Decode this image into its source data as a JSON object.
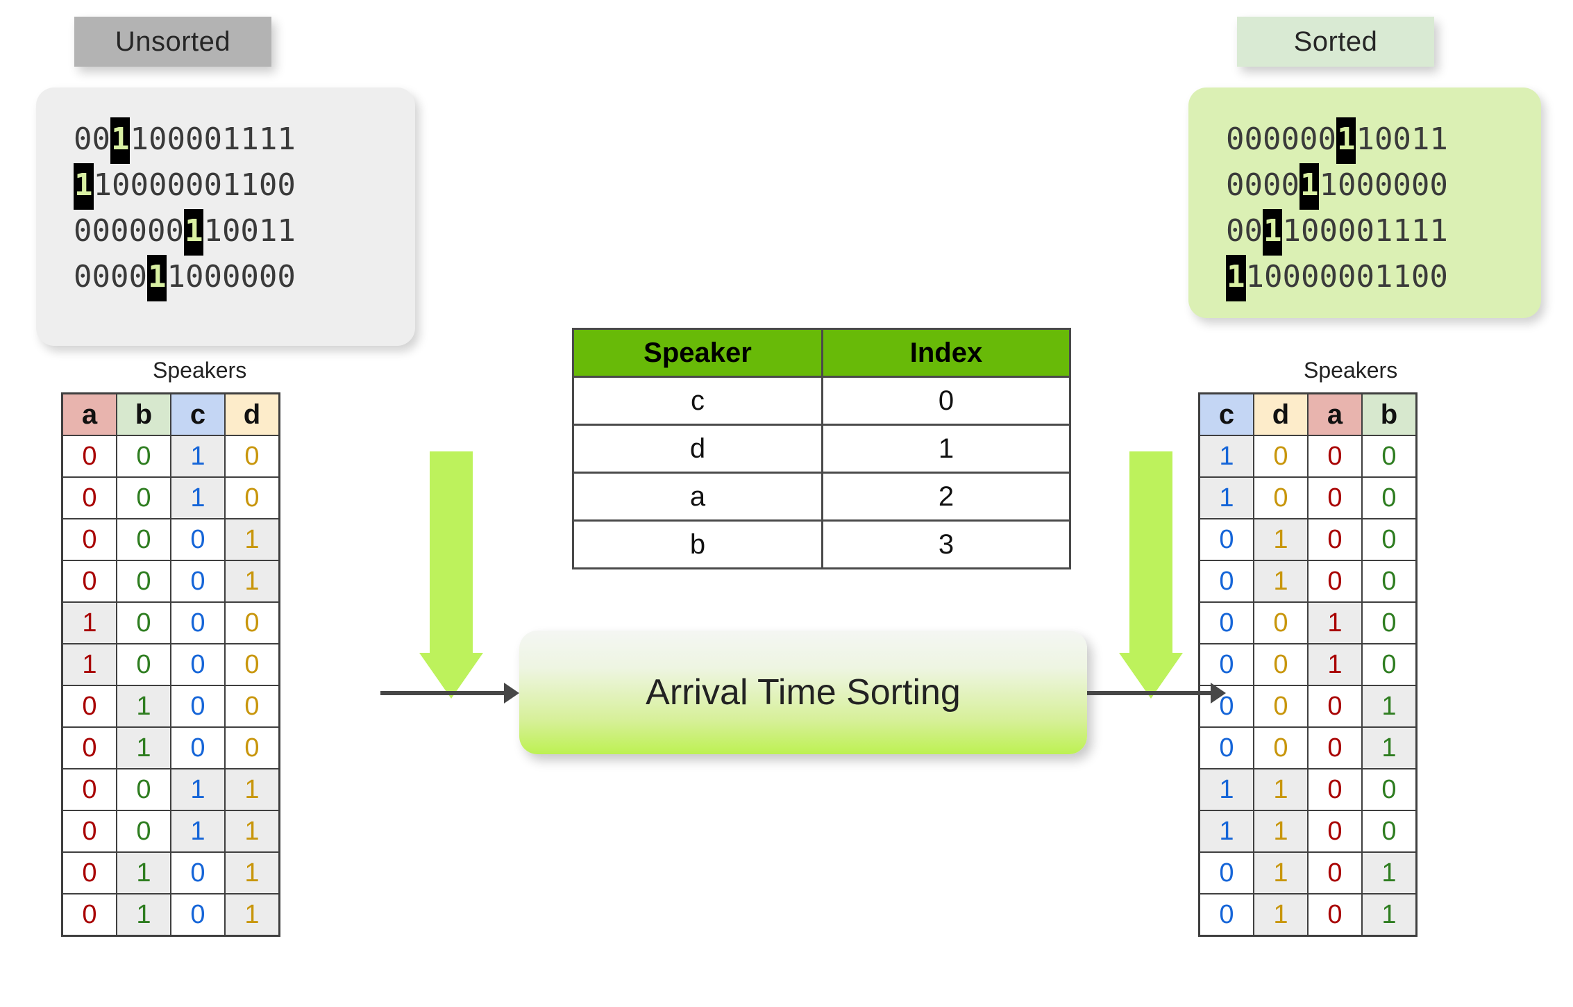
{
  "panels": {
    "unsorted": {
      "title": "Unsorted",
      "rows": [
        {
          "pre": "00",
          "hl": "1",
          "post": "100001111"
        },
        {
          "pre": "",
          "hl": "1",
          "post": "10000001100"
        },
        {
          "pre": "000000",
          "hl": "1",
          "post": "10011"
        },
        {
          "pre": "0000",
          "hl": "1",
          "post": "1000000"
        }
      ]
    },
    "sorted": {
      "title": "Sorted",
      "rows": [
        {
          "pre": "000000",
          "hl": "1",
          "post": "10011"
        },
        {
          "pre": "0000",
          "hl": "1",
          "post": "1000000"
        },
        {
          "pre": "00",
          "hl": "1",
          "post": "100001111"
        },
        {
          "pre": "",
          "hl": "1",
          "post": "10000001100"
        }
      ]
    }
  },
  "captions": {
    "left": "Speakers",
    "right": "Speakers"
  },
  "matrix_left": {
    "headers": [
      "a",
      "b",
      "c",
      "d"
    ],
    "rows": [
      [
        "0",
        "0",
        "1",
        "0"
      ],
      [
        "0",
        "0",
        "1",
        "0"
      ],
      [
        "0",
        "0",
        "0",
        "1"
      ],
      [
        "0",
        "0",
        "0",
        "1"
      ],
      [
        "1",
        "0",
        "0",
        "0"
      ],
      [
        "1",
        "0",
        "0",
        "0"
      ],
      [
        "0",
        "1",
        "0",
        "0"
      ],
      [
        "0",
        "1",
        "0",
        "0"
      ],
      [
        "0",
        "0",
        "1",
        "1"
      ],
      [
        "0",
        "0",
        "1",
        "1"
      ],
      [
        "0",
        "1",
        "0",
        "1"
      ],
      [
        "0",
        "1",
        "0",
        "1"
      ]
    ]
  },
  "matrix_right": {
    "headers": [
      "c",
      "d",
      "a",
      "b"
    ],
    "rows": [
      [
        "1",
        "0",
        "0",
        "0"
      ],
      [
        "1",
        "0",
        "0",
        "0"
      ],
      [
        "0",
        "1",
        "0",
        "0"
      ],
      [
        "0",
        "1",
        "0",
        "0"
      ],
      [
        "0",
        "0",
        "1",
        "0"
      ],
      [
        "0",
        "0",
        "1",
        "0"
      ],
      [
        "0",
        "0",
        "0",
        "1"
      ],
      [
        "0",
        "0",
        "0",
        "1"
      ],
      [
        "1",
        "1",
        "0",
        "0"
      ],
      [
        "1",
        "1",
        "0",
        "0"
      ],
      [
        "0",
        "1",
        "0",
        "1"
      ],
      [
        "0",
        "1",
        "0",
        "1"
      ]
    ]
  },
  "speaker_index_table": {
    "headers": [
      "Speaker",
      "Index"
    ],
    "rows": [
      [
        "c",
        "0"
      ],
      [
        "d",
        "1"
      ],
      [
        "a",
        "2"
      ],
      [
        "b",
        "3"
      ]
    ]
  },
  "process": {
    "label": "Arrival Time Sorting"
  },
  "colors": {
    "speaker_a": "#a80000",
    "speaker_b": "#2e7d20",
    "speaker_c": "#1565d8",
    "speaker_d": "#c8960c",
    "header_a": "#e8b4ae",
    "header_b": "#d7e8ce",
    "header_c": "#c4d6f4",
    "header_d": "#fdecca",
    "arrow_green": "#bdf25c",
    "table_header_green": "#68ba08",
    "sorted_panel": "#dbf0b4",
    "unsorted_panel": "#eeeeee",
    "highlight_bg": "#000000",
    "highlight_fg": "#d9f0a3"
  }
}
